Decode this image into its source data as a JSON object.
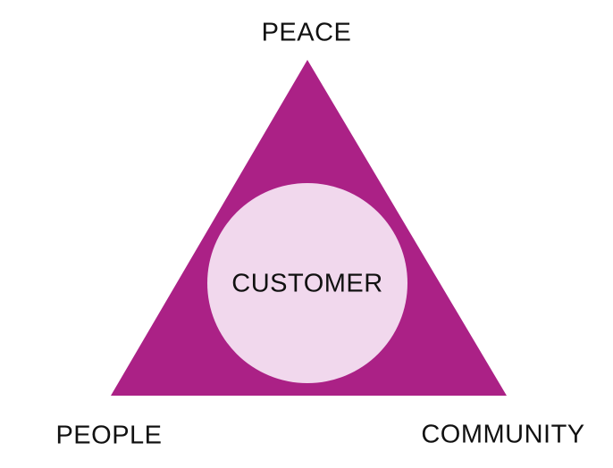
{
  "diagram": {
    "type": "triangle-with-center-circle",
    "labels": {
      "top": "PEACE",
      "center": "CUSTOMER",
      "bottom_left": "PEOPLE",
      "bottom_right": "COMMUNITY"
    },
    "colors": {
      "triangle": "#ab2186",
      "circle": "#f1d8ed",
      "text": "#111111",
      "background": "#ffffff"
    }
  }
}
